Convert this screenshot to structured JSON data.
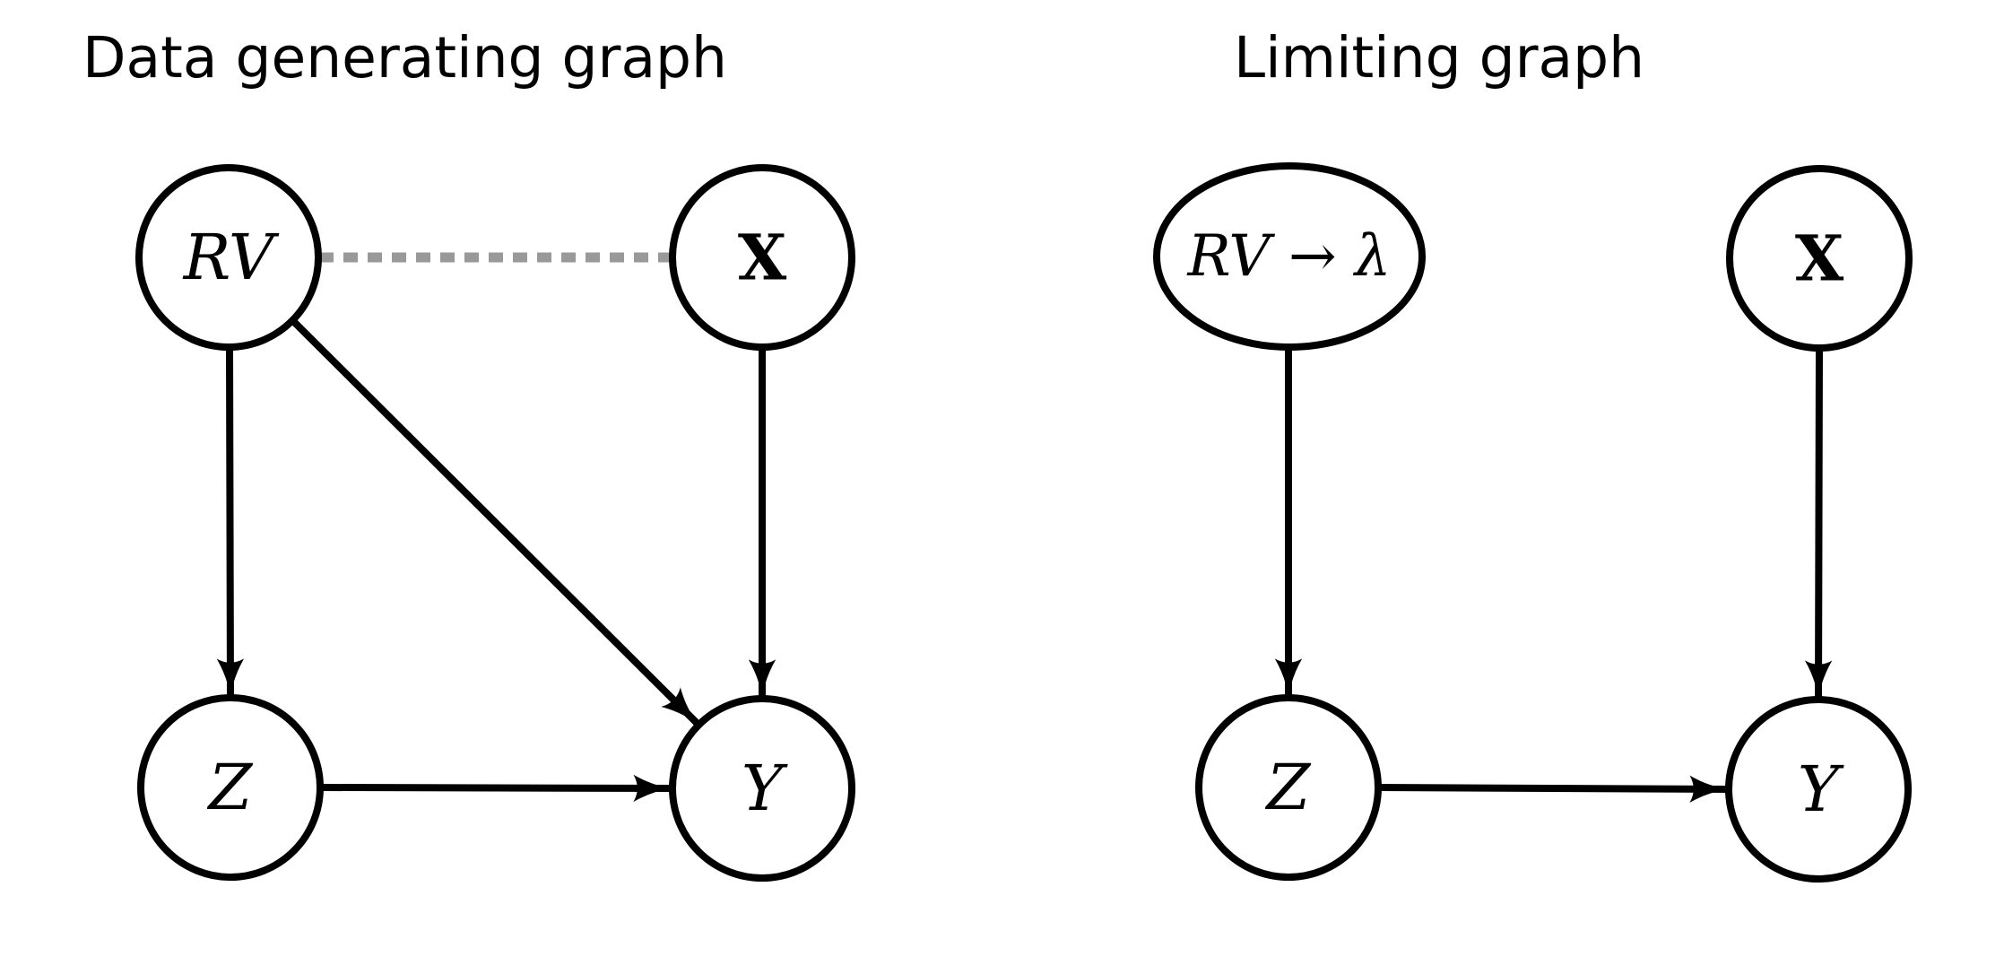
{
  "diagram": {
    "left": {
      "title": "Data generating graph",
      "nodes": {
        "rv": {
          "label": "RV",
          "shape": "circle"
        },
        "x": {
          "label": "X",
          "shape": "circle"
        },
        "z": {
          "label": "Z",
          "shape": "circle"
        },
        "y": {
          "label": "Y",
          "shape": "circle"
        }
      },
      "edges": [
        {
          "from": "RV",
          "to": "X",
          "type": "undirected",
          "style": "dashed",
          "color": "#999999"
        },
        {
          "from": "RV",
          "to": "Z",
          "type": "arrow",
          "style": "solid",
          "color": "#000000"
        },
        {
          "from": "RV",
          "to": "Y",
          "type": "arrow",
          "style": "solid",
          "color": "#000000"
        },
        {
          "from": "X",
          "to": "Y",
          "type": "arrow",
          "style": "solid",
          "color": "#000000"
        },
        {
          "from": "Z",
          "to": "Y",
          "type": "arrow",
          "style": "solid",
          "color": "#000000"
        }
      ]
    },
    "right": {
      "title": "Limiting graph",
      "nodes": {
        "rv_lambda": {
          "label": "RV → λ",
          "shape": "ellipse"
        },
        "x": {
          "label": "X",
          "shape": "circle"
        },
        "z": {
          "label": "Z",
          "shape": "circle"
        },
        "y": {
          "label": "Y",
          "shape": "circle"
        }
      },
      "edges": [
        {
          "from": "RV → λ",
          "to": "Z",
          "type": "arrow",
          "style": "solid",
          "color": "#000000"
        },
        {
          "from": "X",
          "to": "Y",
          "type": "arrow",
          "style": "solid",
          "color": "#000000"
        },
        {
          "from": "Z",
          "to": "Y",
          "type": "arrow",
          "style": "solid",
          "color": "#000000"
        }
      ]
    },
    "colors": {
      "background": "#ffffff",
      "node_stroke": "#000000",
      "edge": "#000000",
      "dashed_edge": "#999999",
      "text": "#000000"
    }
  }
}
